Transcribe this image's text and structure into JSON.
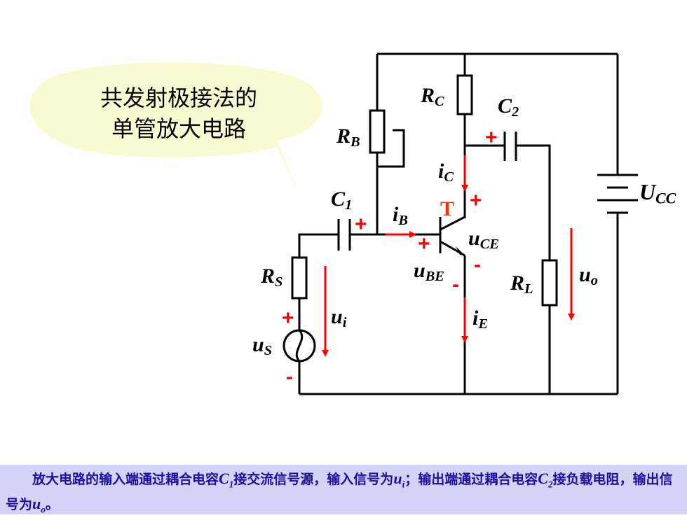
{
  "bubble": {
    "line1": "共发射极接法的",
    "line2": "单管放大电路"
  },
  "labels": {
    "rb_main": "R",
    "rb_sub": "B",
    "rc_main": "R",
    "rc_sub": "C",
    "c2_main": "C",
    "c2_sub": "2",
    "c1_main": "C",
    "c1_sub": "1",
    "ic_main": "i",
    "ic_sub": "C",
    "ib_main": "i",
    "ib_sub": "B",
    "ie_main": "i",
    "ie_sub": "E",
    "uce_main": "u",
    "uce_sub": "CE",
    "ube_main": "u",
    "ube_sub": "BE",
    "ucc_main": "U",
    "ucc_sub": "CC",
    "rs_main": "R",
    "rs_sub": "S",
    "rl_main": "R",
    "rl_sub": "L",
    "ui_main": "u",
    "ui_sub": "i",
    "uo_main": "u",
    "uo_sub": "o",
    "us_main": "u",
    "us_sub": "S",
    "transistor": "T",
    "plus": "+",
    "minus": "-"
  },
  "caption": {
    "part1": "放大电路的输入端通过耦合电容",
    "c1_main": "C",
    "c1_sub": "1",
    "part2": "接交流信号源，输入信号为",
    "ui_main": "u",
    "ui_sub": "i",
    "part3": "；输出端通过耦合电容",
    "c2_main": "C",
    "c2_sub": "2",
    "part4": "接负载电阻，输出信号为",
    "uo_main": "u",
    "uo_sub": "o",
    "part5": "。"
  },
  "colors": {
    "wire": "#000000",
    "arrow": "#ff0000",
    "bubble": "#fafad2",
    "caption_bg": "#d3d3f7",
    "caption_text": "#1a0fa0"
  }
}
